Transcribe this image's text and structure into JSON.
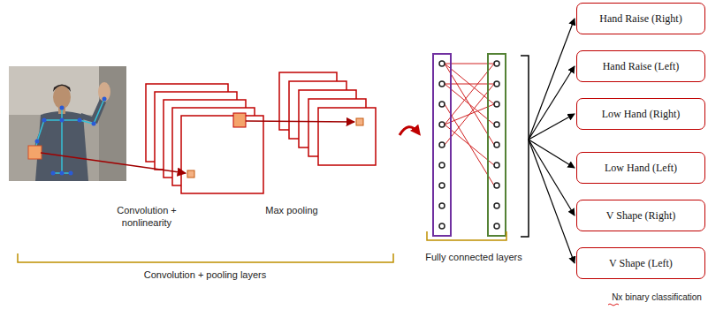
{
  "diagram": {
    "nodes": [
      {
        "text": [
          "Hand Raise (Right)"
        ]
      },
      {
        "text": [
          "Hand Raise (Left)"
        ]
      },
      {
        "text": [
          "Low Hand (Right)"
        ]
      },
      {
        "text": [
          "Low Hand (Left)"
        ]
      },
      {
        "text": [
          "V Shape (Right)"
        ]
      },
      {
        "text": [
          "V Shape (Left)"
        ]
      }
    ],
    "labels": [
      "Convolution + nonlinearity",
      "Max pooling",
      "Convolution + pooling layers",
      "Fully connected layers",
      "Nx binary classification"
    ]
  }
}
